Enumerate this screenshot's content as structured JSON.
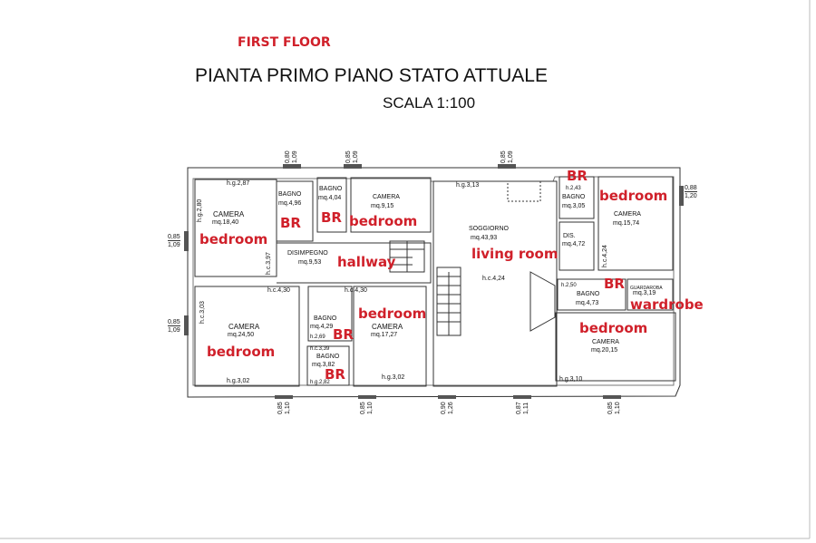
{
  "header": {
    "floor_label": "FIRST FLOOR",
    "title": "PIANTA PRIMO PIANO STATO ATTUALE",
    "scale": "SCALA 1:100"
  },
  "rooms": {
    "camera1": {
      "name": "CAMERA",
      "area": "mq.18,40",
      "hg_top": "h.g.2,87",
      "hg_side": "h.g.2,80",
      "en": "bedroom"
    },
    "bagno1": {
      "name": "BAGNO",
      "area": "mq.4,96",
      "en": "BR"
    },
    "bagno2": {
      "name": "BAGNO",
      "area": "mq.4,04",
      "en": "BR"
    },
    "camera2": {
      "name": "CAMERA",
      "area": "mq.9,15",
      "en": "bedroom"
    },
    "disimpegno": {
      "name": "DISIMPEGNO",
      "area": "mq.9,53",
      "hc": "h.c.3,97",
      "en": "hallway"
    },
    "camera3": {
      "name": "CAMERA",
      "area": "mq.24,50",
      "hc_top": "h.c.4,30",
      "hc_side": "h.c.3,03",
      "hg": "h.g.3,02",
      "en": "bedroom"
    },
    "bagno3": {
      "name": "BAGNO",
      "area": "mq.4,29",
      "h": "h.2,69",
      "en": "BR"
    },
    "bagno4": {
      "name": "BAGNO",
      "area": "mq.3,82",
      "hc": "h.c.3,39",
      "hg": "h.g.2,82",
      "en": "BR"
    },
    "camera4": {
      "name": "CAMERA",
      "area": "mq.17,27",
      "hc": "h.c.4,30",
      "hg": "h.g.3,02",
      "en": "bedroom"
    },
    "soggiorno": {
      "name": "SOGGIORNO",
      "area": "mq.43,93",
      "hg": "h.g.3,13",
      "hc": "h.c.4,24",
      "en": "living room"
    },
    "bagno5": {
      "name": "BAGNO",
      "area": "mq.3,05",
      "h": "h.2,43",
      "en": "BR"
    },
    "dis": {
      "name": "DIS.",
      "area": "mq.4,72"
    },
    "camera5": {
      "name": "CAMERA",
      "area": "mq.15,74",
      "hc": "h.c.4,24",
      "en": "bedroom"
    },
    "bagno6": {
      "name": "BAGNO",
      "area": "mq.4,73",
      "h": "h.2,50",
      "en": "BR"
    },
    "guardaroba": {
      "name": "GUARDAROBA",
      "area": "mq.3,19",
      "en": "wardrobe"
    },
    "camera6": {
      "name": "CAMERA",
      "area": "mq.20,15",
      "hg": "h.g.3,10",
      "en": "bedroom"
    }
  },
  "windows": {
    "top1": [
      "0,80",
      "1,09"
    ],
    "top2": [
      "0,85",
      "1,09"
    ],
    "top3": [
      "0,85",
      "1,09"
    ],
    "left1": [
      "0,85",
      "1,09"
    ],
    "left2": [
      "0,85",
      "1,09"
    ],
    "right1": [
      "0,88",
      "1,20"
    ],
    "bot1": [
      "0,85",
      "1,10"
    ],
    "bot2": [
      "0,85",
      "1,10"
    ],
    "bot3": [
      "0,90",
      "1,26"
    ],
    "bot4": [
      "0,87",
      "1,11"
    ],
    "bot5": [
      "0,85",
      "1,10"
    ]
  }
}
